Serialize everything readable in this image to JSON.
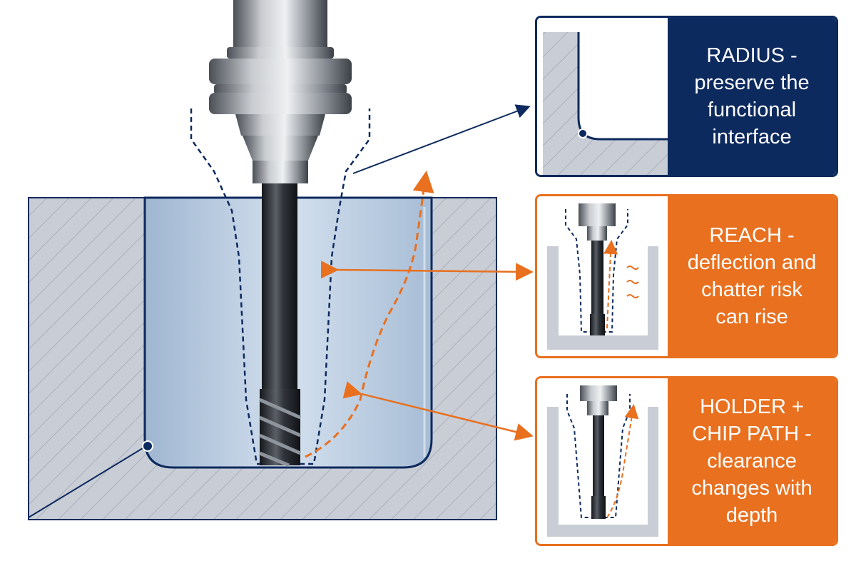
{
  "colors": {
    "navy": "#0d2a5e",
    "orange": "#e8701f",
    "workpiece": "#c9cdd6",
    "pocket": "#b8c9dd"
  },
  "callouts": [
    {
      "id": "radius",
      "lines": [
        "RADIUS -",
        "preserve the",
        "functional",
        "interface"
      ],
      "color": "#0d2a5e"
    },
    {
      "id": "reach",
      "lines": [
        "REACH -",
        "deflection and",
        "chatter risk",
        "can rise"
      ],
      "color": "#e8701f"
    },
    {
      "id": "holder",
      "lines": [
        "HOLDER +",
        "CHIP PATH -",
        "clearance",
        "changes with",
        "depth"
      ],
      "color": "#e8701f"
    }
  ]
}
